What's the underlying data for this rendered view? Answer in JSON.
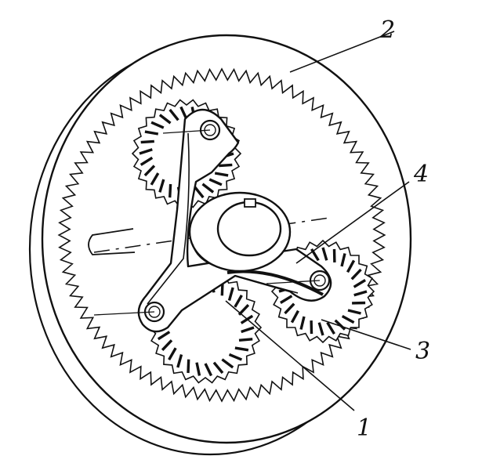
{
  "labels": {
    "part_1": "1",
    "part_2": "2",
    "part_3": "3",
    "part_4": "4"
  },
  "colors": {
    "ink": "#111111",
    "paper": "#ffffff"
  }
}
